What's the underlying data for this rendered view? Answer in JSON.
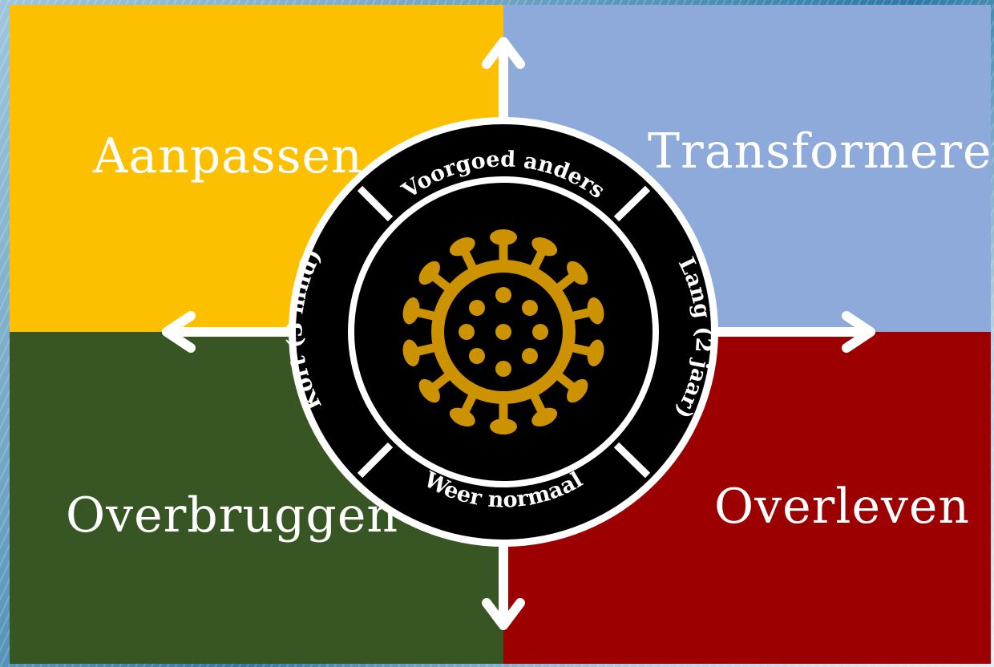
{
  "quadrants": {
    "top_left": {
      "label": "Aanpassen",
      "color": "#fdc000"
    },
    "top_right": {
      "label": "Transformeren",
      "color": "#8eaadb"
    },
    "bottom_left": {
      "label": "Overbruggen",
      "color": "#375623"
    },
    "bottom_right": {
      "label": "Overleven",
      "color": "#9c0000"
    }
  },
  "ring": {
    "top": "Voorgoed anders",
    "right": "Lang (2 jaar)",
    "bottom": "Weer normaal",
    "left": "Kort (3 mnd)"
  },
  "center_icon": "coronavirus-icon",
  "colors": {
    "ring_fill": "#000000",
    "ring_stroke": "#ffffff",
    "virus": "#cc9200",
    "arrows": "#ffffff"
  }
}
